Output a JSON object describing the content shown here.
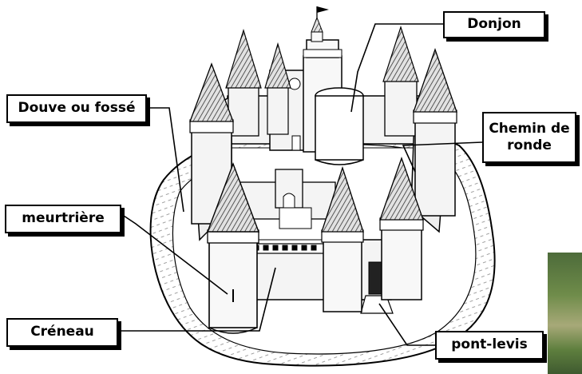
{
  "labels": {
    "donjon": "Donjon",
    "douve": "Douve ou fossé",
    "chemin": "Chemin de\nronde",
    "meurtriere": "meurtrière",
    "creneau": "Créneau",
    "pont": "pont-levis"
  },
  "colors": {
    "ink": "#000000",
    "paper": "#ffffff",
    "stone": "#f4f4f4",
    "roof": "#bdbdbd",
    "photo_green": "#5e7f3e"
  },
  "icons": {
    "flag": "flag-icon"
  }
}
